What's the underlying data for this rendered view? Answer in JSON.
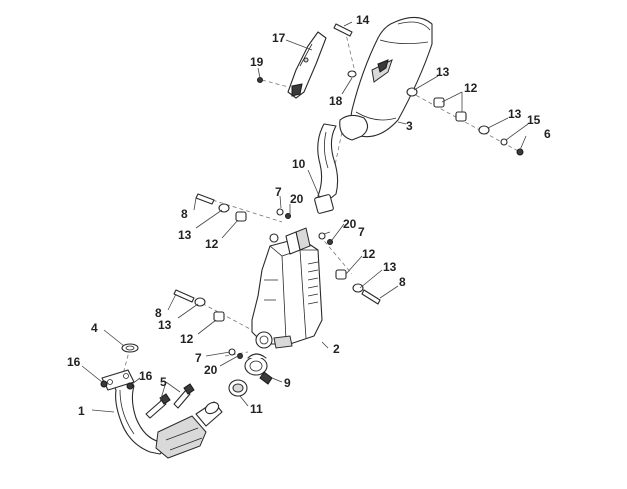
{
  "callouts": {
    "c1": "1",
    "c2": "2",
    "c3": "3",
    "c4": "4",
    "c5": "5",
    "c6": "6",
    "c7a": "7",
    "c7b": "7",
    "c7c": "7",
    "c8a": "8",
    "c8b": "8",
    "c8c": "8",
    "c9": "9",
    "c10": "10",
    "c11": "11",
    "c12a": "12",
    "c12b": "12",
    "c12c": "12",
    "c12d": "12",
    "c13a": "13",
    "c13b": "13",
    "c13c": "13",
    "c13d": "13",
    "c13e": "13",
    "c14": "14",
    "c15": "15",
    "c16a": "16",
    "c16b": "16",
    "c17": "17",
    "c18": "18",
    "c19": "19",
    "c20a": "20",
    "c20b": "20",
    "c20c": "20"
  }
}
